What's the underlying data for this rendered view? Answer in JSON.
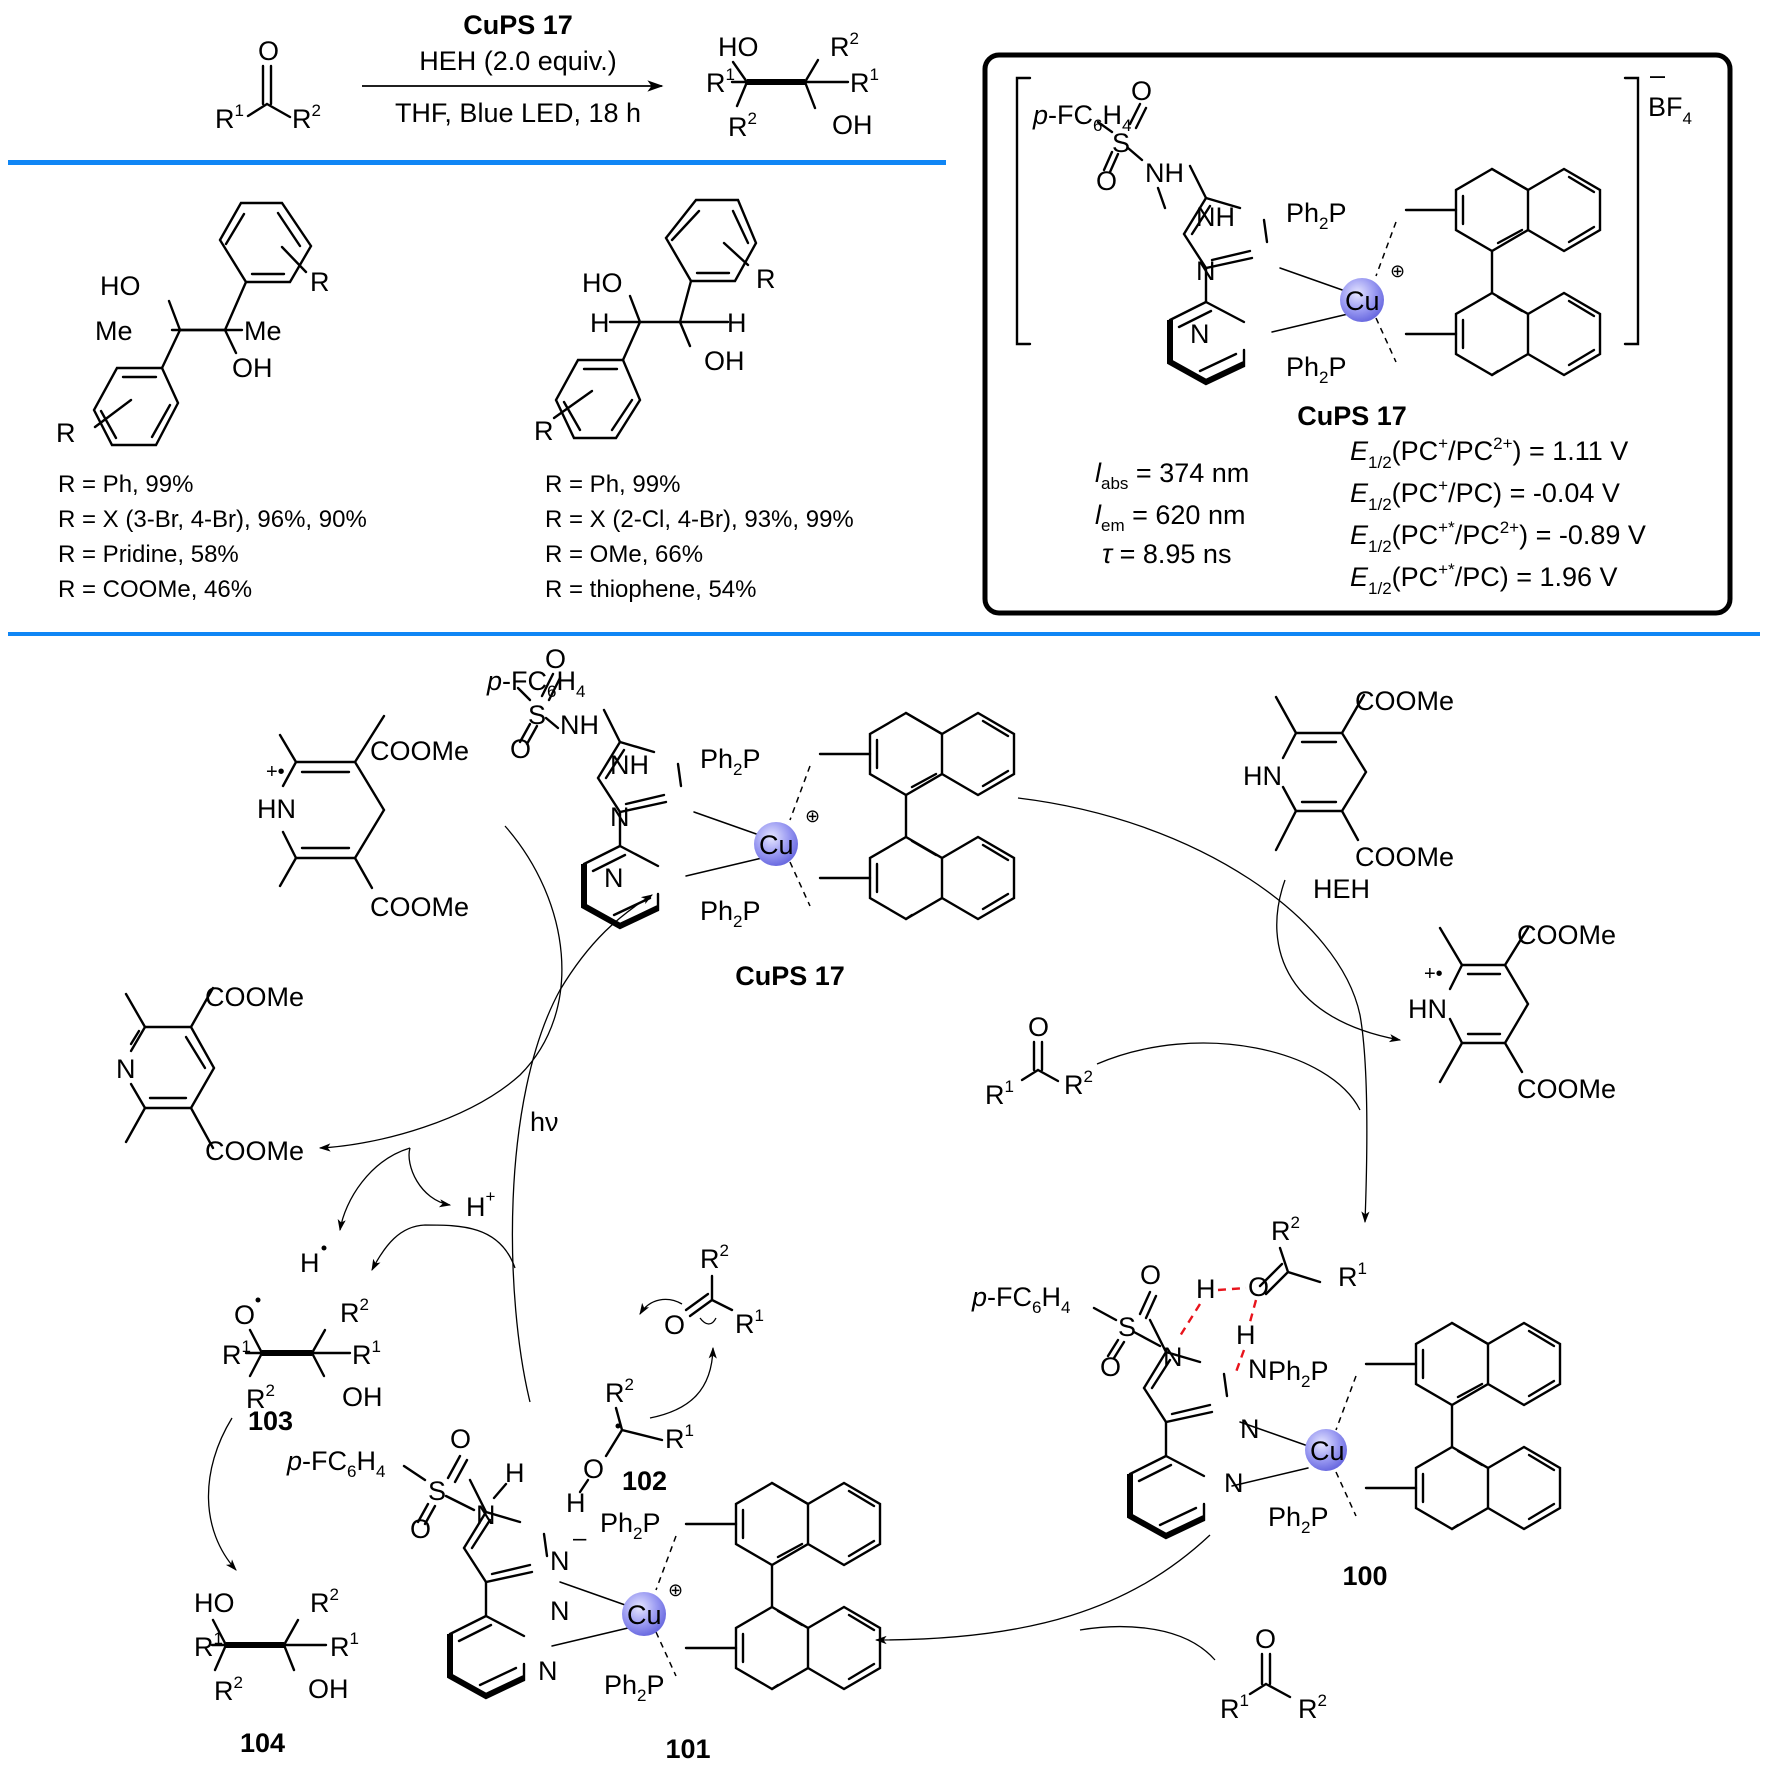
{
  "colors": {
    "divider": "#1086f5",
    "hbond": "#e8141c",
    "copper_sphere": "#8f8ff0",
    "box_border": "#000000"
  },
  "reaction": {
    "catalyst": "CuPS 17",
    "reagent": "HEH (2.0 equiv.)",
    "conditions": "THF, Blue LED, 18 h",
    "substrate": {
      "R1": "R",
      "R1_sup": "1",
      "R2": "R",
      "R2_sup": "2",
      "O": "O"
    },
    "product": {
      "HO": "HO",
      "OH": "OH",
      "R": "R",
      "sup1": "1",
      "sup2": "2"
    }
  },
  "catalyst_box": {
    "sulfonyl": {
      "p": "p",
      "rest": "-FC",
      "sub6": "6",
      "H": "H",
      "sub4": "4"
    },
    "S": "S",
    "O": "O",
    "NH": "NH",
    "N": "N",
    "Cu": "Cu",
    "charge": "⊕",
    "Ph2P": {
      "Ph": "Ph",
      "sub": "2",
      "P": "P"
    },
    "counterion": {
      "minus": "–",
      "B": "BF",
      "sub": "4"
    },
    "name": "CuPS 17",
    "photophysics": [
      {
        "sym": "l",
        "sub": "abs",
        "value": " = 374  nm"
      },
      {
        "sym": "l",
        "sub": "em",
        "value": " = 620  nm"
      },
      {
        "sym": "τ",
        "sub": "",
        "value": " = 8.95 ns"
      }
    ],
    "potentials": [
      {
        "E": "E",
        "sub": "1/2",
        "pre": "(PC",
        "sup1": "+",
        "mid": "/PC",
        "sup2": "2+",
        "post": ") = 1.11 V"
      },
      {
        "E": "E",
        "sub": "1/2",
        "pre": "(PC",
        "sup1": "+",
        "mid": "/PC",
        "sup2": "",
        "post": ") = -0.04 V"
      },
      {
        "E": "E",
        "sub": "1/2",
        "pre": "(PC",
        "sup1": "+*",
        "mid": "/PC",
        "sup2": "2+",
        "post": ") = -0.89 V"
      },
      {
        "E": "E",
        "sub": "1/2",
        "pre": "(PC",
        "sup1": "+*",
        "mid": "/PC",
        "sup2": "",
        "post": ") = 1.96 V"
      }
    ]
  },
  "scope": {
    "series_a": {
      "labels": {
        "HO": "HO",
        "OH": "OH",
        "Me": "Me",
        "R": "R"
      },
      "entries": [
        "R = Ph, 99%",
        "R = X (3-Br, 4-Br),  96%, 90%",
        "R = Pridine, 58%",
        "R = COOMe, 46%"
      ]
    },
    "series_b": {
      "labels": {
        "HO": "HO",
        "OH": "OH",
        "H": "H",
        "R": "R"
      },
      "entries": [
        "R = Ph, 99%",
        "R = X (2-Cl, 4-Br),  93%, 99%",
        "R = OMe, 66%",
        "R = thiophene, 54%"
      ]
    }
  },
  "mechanism": {
    "hantzsch_radical_cation": {
      "HN": "HN",
      "charge": "+•",
      "ester": "COOMe"
    },
    "pyridine_product": {
      "N": "N",
      "ester": "COOMe"
    },
    "heh": {
      "HN": "HN",
      "ester": "COOMe",
      "name": "HEH"
    },
    "heh_radical_cation": {
      "HN": "HN",
      "charge": "+•",
      "ester": "COOMe"
    },
    "hv": "hν",
    "proton": {
      "H": "H",
      "sup": "+"
    },
    "h_radical": {
      "H": "H",
      "dot": "•"
    },
    "catalyst_top": {
      "name": "CuPS 17"
    },
    "intermediate_100": {
      "name": "100",
      "H": "H",
      "N": "N",
      "O": "O"
    },
    "intermediate_101": {
      "name": "101",
      "minus": "–",
      "H": "H"
    },
    "radical_102": {
      "name": "102",
      "O": "O",
      "H": "H",
      "R1": "R",
      "R2": "R"
    },
    "radical_103": {
      "name": "103",
      "O": "O",
      "dot": "•",
      "OH": "OH"
    },
    "product_104": {
      "name": "104",
      "HO": "HO",
      "OH": "OH"
    },
    "ketone_in": {
      "O": "O",
      "R": "R",
      "sup1": "1",
      "sup2": "2"
    }
  }
}
